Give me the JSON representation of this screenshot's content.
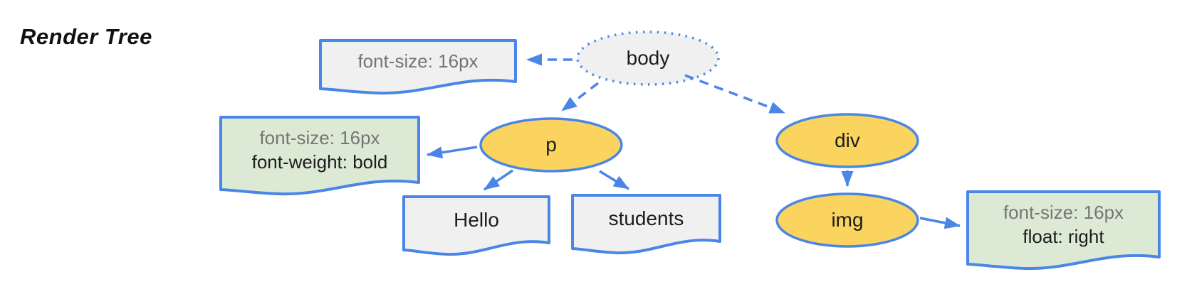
{
  "title": "Render Tree",
  "colors": {
    "line_blue": "#4A86E8",
    "node_yellow": "#FAD45F",
    "text_node_gray": "#F0F0F0",
    "style_note_green": "#DCEAD5",
    "root_node_gray": "#F0F0F0",
    "muted_text": "#757575",
    "dark_text": "#1C1C1C"
  },
  "nodes": {
    "body": {
      "label": "body"
    },
    "p": {
      "label": "p"
    },
    "div": {
      "label": "div"
    },
    "img": {
      "label": "img"
    }
  },
  "text_nodes": {
    "hello": {
      "label": "Hello"
    },
    "students": {
      "label": "students"
    }
  },
  "style_notes": {
    "body_style": {
      "lines": [
        "font-size: 16px"
      ]
    },
    "p_style": {
      "lines": [
        "font-size: 16px",
        "font-weight: bold"
      ]
    },
    "img_style": {
      "lines": [
        "font-size: 16px",
        "float: right"
      ]
    }
  }
}
